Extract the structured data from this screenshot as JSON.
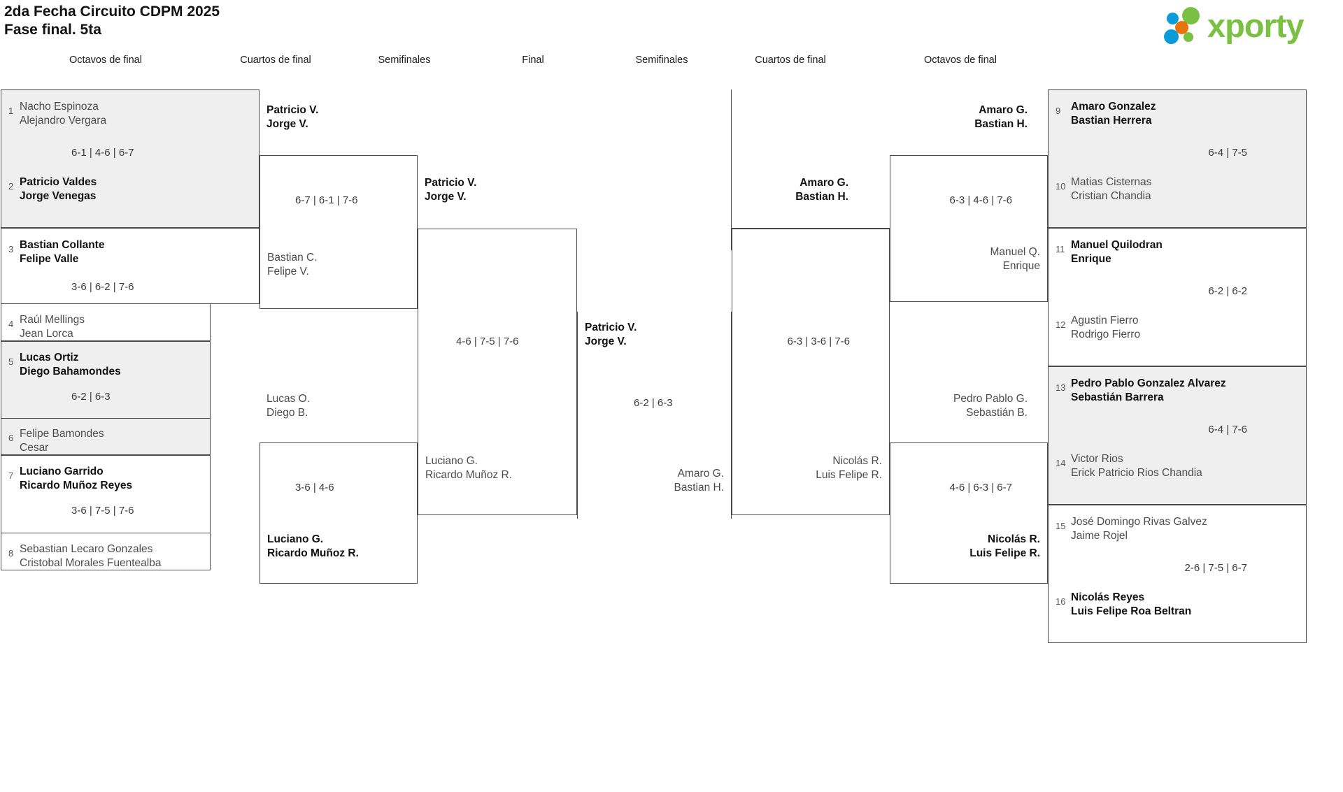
{
  "header": {
    "title_line1": "2da Fecha Circuito CDPM 2025",
    "title_line2": "Fase final. 5ta",
    "logo_text": "xporty",
    "logo_colors": {
      "green": "#7ac143",
      "blue": "#0b9bd8",
      "orange": "#e8730d"
    }
  },
  "round_labels": {
    "left_r16": "Octavos de final",
    "left_qf": "Cuartos de final",
    "left_sf": "Semifinales",
    "final": "Final",
    "right_sf": "Semifinales",
    "right_qf": "Cuartos de final",
    "right_r16": "Octavos de final"
  },
  "left_r16": [
    {
      "score": "6-1 | 4-6 | 6-7",
      "shaded": true,
      "top": {
        "seed": "1",
        "line1": "Nacho Espinoza",
        "line2": "Alejandro Vergara",
        "winner": false
      },
      "bottom": {
        "seed": "2",
        "line1": "Patricio Valdes",
        "line2": "Jorge Venegas",
        "winner": true
      }
    },
    {
      "score": "3-6 | 6-2 | 7-6",
      "shaded": false,
      "top": {
        "seed": "3",
        "line1": "Bastian Collante",
        "line2": "Felipe Valle",
        "winner": true
      },
      "bottom": {
        "seed": "4",
        "line1": "Raúl Mellings",
        "line2": "Jean Lorca",
        "winner": false
      }
    },
    {
      "score": "6-2 | 6-3",
      "shaded": true,
      "top": {
        "seed": "5",
        "line1": "Lucas Ortiz",
        "line2": "Diego Bahamondes",
        "winner": true
      },
      "bottom": {
        "seed": "6",
        "line1": "Felipe Bamondes",
        "line2": "Cesar",
        "winner": false
      }
    },
    {
      "score": "3-6 | 7-5 | 7-6",
      "shaded": false,
      "top": {
        "seed": "7",
        "line1": "Luciano Garrido",
        "line2": "Ricardo Muñoz Reyes",
        "winner": true
      },
      "bottom": {
        "seed": "8",
        "line1": "Sebastian Lecaro Gonzales",
        "line2": "Cristobal Morales Fuentealba",
        "winner": false
      }
    }
  ],
  "left_qf": [
    {
      "score": "6-7 | 6-1 | 7-6",
      "top": {
        "line1": "Patricio V.",
        "line2": "Jorge V.",
        "winner": true
      },
      "bottom": {
        "line1": "Bastian C.",
        "line2": "Felipe V.",
        "winner": false
      }
    },
    {
      "score": "3-6 | 4-6",
      "top": {
        "line1": "Lucas O.",
        "line2": "Diego B.",
        "winner": false
      },
      "bottom": {
        "line1": "Luciano G.",
        "line2": "Ricardo Muñoz R.",
        "winner": true
      }
    }
  ],
  "left_sf": [
    {
      "score": "4-6 | 7-5 | 7-6",
      "top": {
        "line1": "Patricio V.",
        "line2": "Jorge V.",
        "winner": true
      },
      "bottom": {
        "line1": "Luciano G.",
        "line2": "Ricardo Muñoz R.",
        "winner": false
      }
    }
  ],
  "final": {
    "score": "6-2 | 6-3",
    "top": {
      "line1": "Patricio V.",
      "line2": "Jorge V.",
      "winner": true
    },
    "bottom": {
      "line1": "Amaro G.",
      "line2": "Bastian H.",
      "winner": false
    }
  },
  "right_sf": [
    {
      "score": "6-3 | 3-6 | 7-6",
      "top": {
        "line1": "Amaro G.",
        "line2": "Bastian H.",
        "winner": true
      },
      "bottom": {
        "line1": "Nicolás R.",
        "line2": "Luis Felipe R.",
        "winner": false
      }
    }
  ],
  "right_qf": [
    {
      "score": "6-3 | 4-6 | 7-6",
      "top": {
        "line1": "Amaro G.",
        "line2": "Bastian H.",
        "winner": true
      },
      "bottom": {
        "line1": "Manuel Q.",
        "line2": "Enrique",
        "winner": false
      }
    },
    {
      "score": "4-6 | 6-3 | 6-7",
      "top": {
        "line1": "Pedro Pablo G.",
        "line2": "Sebastián B.",
        "winner": false
      },
      "bottom": {
        "line1": "Nicolás R.",
        "line2": "Luis Felipe R.",
        "winner": true
      }
    }
  ],
  "right_r16": [
    {
      "score": "6-4 | 7-5",
      "shaded": true,
      "top": {
        "seed": "9",
        "line1": "Amaro Gonzalez",
        "line2": "Bastian Herrera",
        "winner": true
      },
      "bottom": {
        "seed": "10",
        "line1": "Matias Cisternas",
        "line2": "Cristian Chandia",
        "winner": false
      }
    },
    {
      "score": "6-2 | 6-2",
      "shaded": false,
      "top": {
        "seed": "11",
        "line1": "Manuel Quilodran",
        "line2": "Enrique",
        "winner": true
      },
      "bottom": {
        "seed": "12",
        "line1": "Agustin Fierro",
        "line2": "Rodrigo Fierro",
        "winner": false
      }
    },
    {
      "score": "6-4 | 7-6",
      "shaded": true,
      "top": {
        "seed": "13",
        "line1": "Pedro Pablo Gonzalez Alvarez",
        "line2": "Sebastián Barrera",
        "winner": true
      },
      "bottom": {
        "seed": "14",
        "line1": "Victor Rios",
        "line2": "Erick Patricio Rios Chandia",
        "winner": false
      }
    },
    {
      "score": "2-6 | 7-5 | 6-7",
      "shaded": false,
      "top": {
        "seed": "15",
        "line1": "José Domingo Rivas Galvez",
        "line2": "Jaime Rojel",
        "winner": false
      },
      "bottom": {
        "seed": "16",
        "line1": "Nicolás Reyes",
        "line2": "Luis Felipe Roa Beltran",
        "winner": true
      }
    }
  ]
}
